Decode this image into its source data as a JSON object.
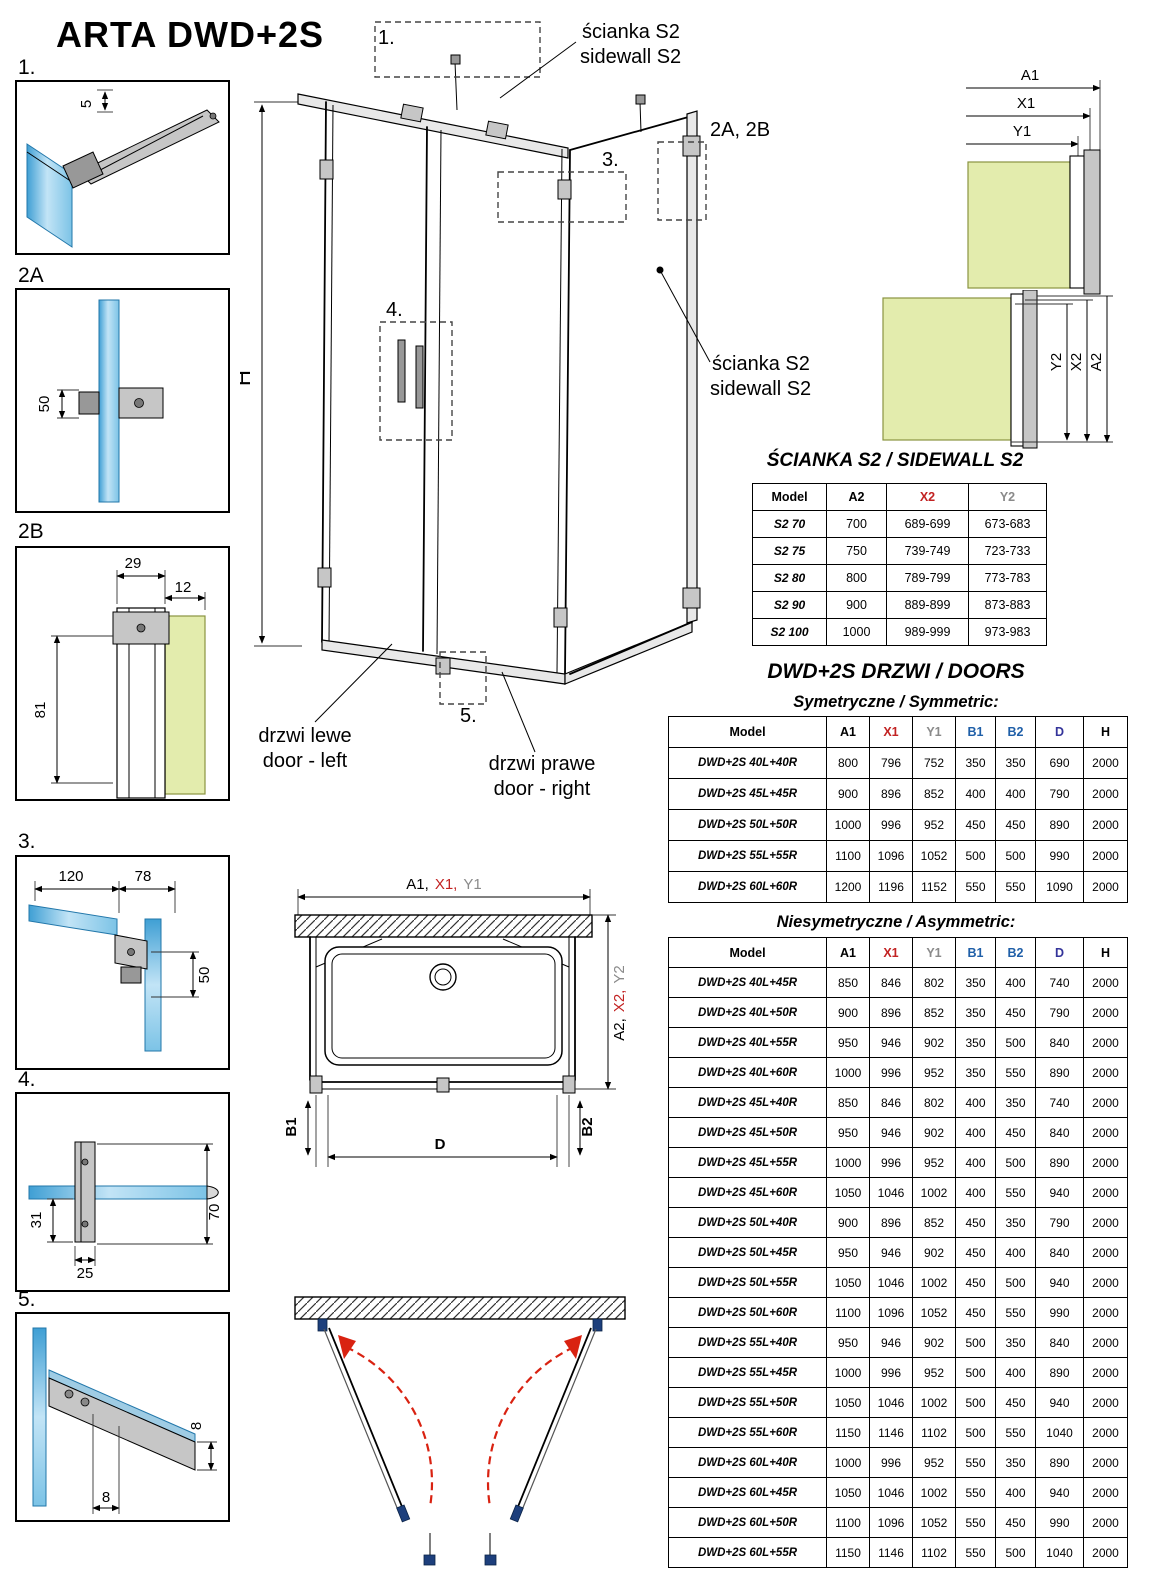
{
  "title": "ARTA DWD+2S",
  "details": {
    "d1": {
      "label": "1.",
      "dim_5": "5"
    },
    "d2a": {
      "label": "2A",
      "dim_50": "50"
    },
    "d2b": {
      "label": "2B",
      "dim_29": "29",
      "dim_12": "12",
      "dim_81": "81"
    },
    "d3": {
      "label": "3.",
      "dim_120": "120",
      "dim_78": "78",
      "dim_50": "50"
    },
    "d4": {
      "label": "4.",
      "dim_31": "31",
      "dim_25": "25",
      "dim_70": "70"
    },
    "d5": {
      "label": "5.",
      "dim_8r": "8",
      "dim_8b": "8"
    }
  },
  "main": {
    "callout_1": "1.",
    "callout_2ab": "2A, 2B",
    "callout_3": "3.",
    "callout_4": "4.",
    "callout_5": "5.",
    "dim_h": "H",
    "sidewall_label_pl": "ścianka S2",
    "sidewall_label_en": "sidewall S2",
    "door_left_pl": "drzwi lewe",
    "door_left_en": "door - left",
    "door_right_pl": "drzwi prawe",
    "door_right_en": "door - right"
  },
  "detail_a1": {
    "a1": "A1",
    "x1": "X1",
    "y1": "Y1"
  },
  "detail_a2": {
    "y2": "Y2",
    "x2": "X2",
    "a2": "A2"
  },
  "plan": {
    "top_a1": "A1,",
    "top_x1": "X1,",
    "top_y1": "Y1",
    "right_a2": "A2,",
    "right_x2": "X2,",
    "right_y2": "Y2",
    "b1": "B1",
    "d": "D",
    "b2": "B2"
  },
  "sidewall_table": {
    "title": "ŚCIANKA S2 / SIDEWALL S2",
    "headers": [
      "Model",
      "A2",
      "X2",
      "Y2"
    ],
    "rows": [
      [
        "S2 70",
        "700",
        "689-699",
        "673-683"
      ],
      [
        "S2 75",
        "750",
        "739-749",
        "723-733"
      ],
      [
        "S2 80",
        "800",
        "789-799",
        "773-783"
      ],
      [
        "S2 90",
        "900",
        "889-899",
        "873-883"
      ],
      [
        "S2 100",
        "1000",
        "989-999",
        "973-983"
      ]
    ]
  },
  "doors": {
    "title": "DWD+2S DRZWI / DOORS",
    "symmetric_title": "Symetryczne / Symmetric:",
    "asymmetric_title": "Niesymetryczne / Asymmetric:",
    "headers": [
      "Model",
      "A1",
      "X1",
      "Y1",
      "B1",
      "B2",
      "D",
      "H"
    ],
    "symmetric_rows": [
      [
        "DWD+2S 40L+40R",
        "800",
        "796",
        "752",
        "350",
        "350",
        "690",
        "2000"
      ],
      [
        "DWD+2S 45L+45R",
        "900",
        "896",
        "852",
        "400",
        "400",
        "790",
        "2000"
      ],
      [
        "DWD+2S 50L+50R",
        "1000",
        "996",
        "952",
        "450",
        "450",
        "890",
        "2000"
      ],
      [
        "DWD+2S 55L+55R",
        "1100",
        "1096",
        "1052",
        "500",
        "500",
        "990",
        "2000"
      ],
      [
        "DWD+2S 60L+60R",
        "1200",
        "1196",
        "1152",
        "550",
        "550",
        "1090",
        "2000"
      ]
    ],
    "asymmetric_rows": [
      [
        "DWD+2S 40L+45R",
        "850",
        "846",
        "802",
        "350",
        "400",
        "740",
        "2000"
      ],
      [
        "DWD+2S 40L+50R",
        "900",
        "896",
        "852",
        "350",
        "450",
        "790",
        "2000"
      ],
      [
        "DWD+2S 40L+55R",
        "950",
        "946",
        "902",
        "350",
        "500",
        "840",
        "2000"
      ],
      [
        "DWD+2S 40L+60R",
        "1000",
        "996",
        "952",
        "350",
        "550",
        "890",
        "2000"
      ],
      [
        "DWD+2S 45L+40R",
        "850",
        "846",
        "802",
        "400",
        "350",
        "740",
        "2000"
      ],
      [
        "DWD+2S 45L+50R",
        "950",
        "946",
        "902",
        "400",
        "450",
        "840",
        "2000"
      ],
      [
        "DWD+2S 45L+55R",
        "1000",
        "996",
        "952",
        "400",
        "500",
        "890",
        "2000"
      ],
      [
        "DWD+2S 45L+60R",
        "1050",
        "1046",
        "1002",
        "400",
        "550",
        "940",
        "2000"
      ],
      [
        "DWD+2S 50L+40R",
        "900",
        "896",
        "852",
        "450",
        "350",
        "790",
        "2000"
      ],
      [
        "DWD+2S 50L+45R",
        "950",
        "946",
        "902",
        "450",
        "400",
        "840",
        "2000"
      ],
      [
        "DWD+2S 50L+55R",
        "1050",
        "1046",
        "1002",
        "450",
        "500",
        "940",
        "2000"
      ],
      [
        "DWD+2S 50L+60R",
        "1100",
        "1096",
        "1052",
        "450",
        "550",
        "990",
        "2000"
      ],
      [
        "DWD+2S 55L+40R",
        "950",
        "946",
        "902",
        "500",
        "350",
        "840",
        "2000"
      ],
      [
        "DWD+2S 55L+45R",
        "1000",
        "996",
        "952",
        "500",
        "400",
        "890",
        "2000"
      ],
      [
        "DWD+2S 55L+50R",
        "1050",
        "1046",
        "1002",
        "500",
        "450",
        "940",
        "2000"
      ],
      [
        "DWD+2S 55L+60R",
        "1150",
        "1146",
        "1102",
        "500",
        "550",
        "1040",
        "2000"
      ],
      [
        "DWD+2S 60L+40R",
        "1000",
        "996",
        "952",
        "550",
        "350",
        "890",
        "2000"
      ],
      [
        "DWD+2S 60L+45R",
        "1050",
        "1046",
        "1002",
        "550",
        "400",
        "940",
        "2000"
      ],
      [
        "DWD+2S 60L+50R",
        "1100",
        "1096",
        "1052",
        "550",
        "450",
        "990",
        "2000"
      ],
      [
        "DWD+2S 60L+55R",
        "1150",
        "1146",
        "1102",
        "550",
        "500",
        "1040",
        "2000"
      ]
    ]
  }
}
